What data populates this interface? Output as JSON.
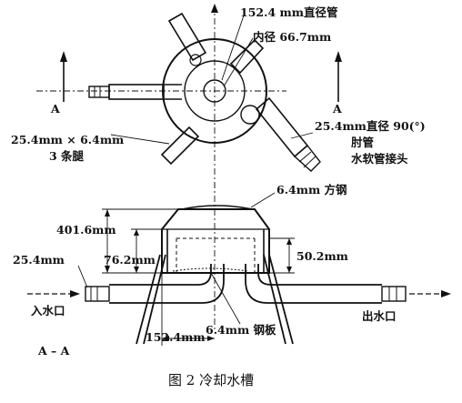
{
  "labels": {
    "pipe_dia": "152.4 mm直径管",
    "inner_dia": "内径 66.7mm",
    "section_left": "A",
    "section_right": "A",
    "legs_size": "25.4mm × 6.4mm",
    "legs_count": "3 条腿",
    "elbow_line1": "25.4mm直径 90(°)",
    "elbow_line2": "肘管",
    "elbow_line3": "水软管接头",
    "steel_plate_top": "6.4mm 方钢",
    "height_total": "401.6mm",
    "height_inner": "76.2mm",
    "height_right": "50.2mm",
    "pipe_side": "25.4mm",
    "inlet": "入水口",
    "outlet": "出水口",
    "width_bottom": "152.4mm",
    "plate_bottom": "6.4mm 钢板",
    "section_name": "A – A",
    "caption": "图 2    冷却水槽"
  }
}
